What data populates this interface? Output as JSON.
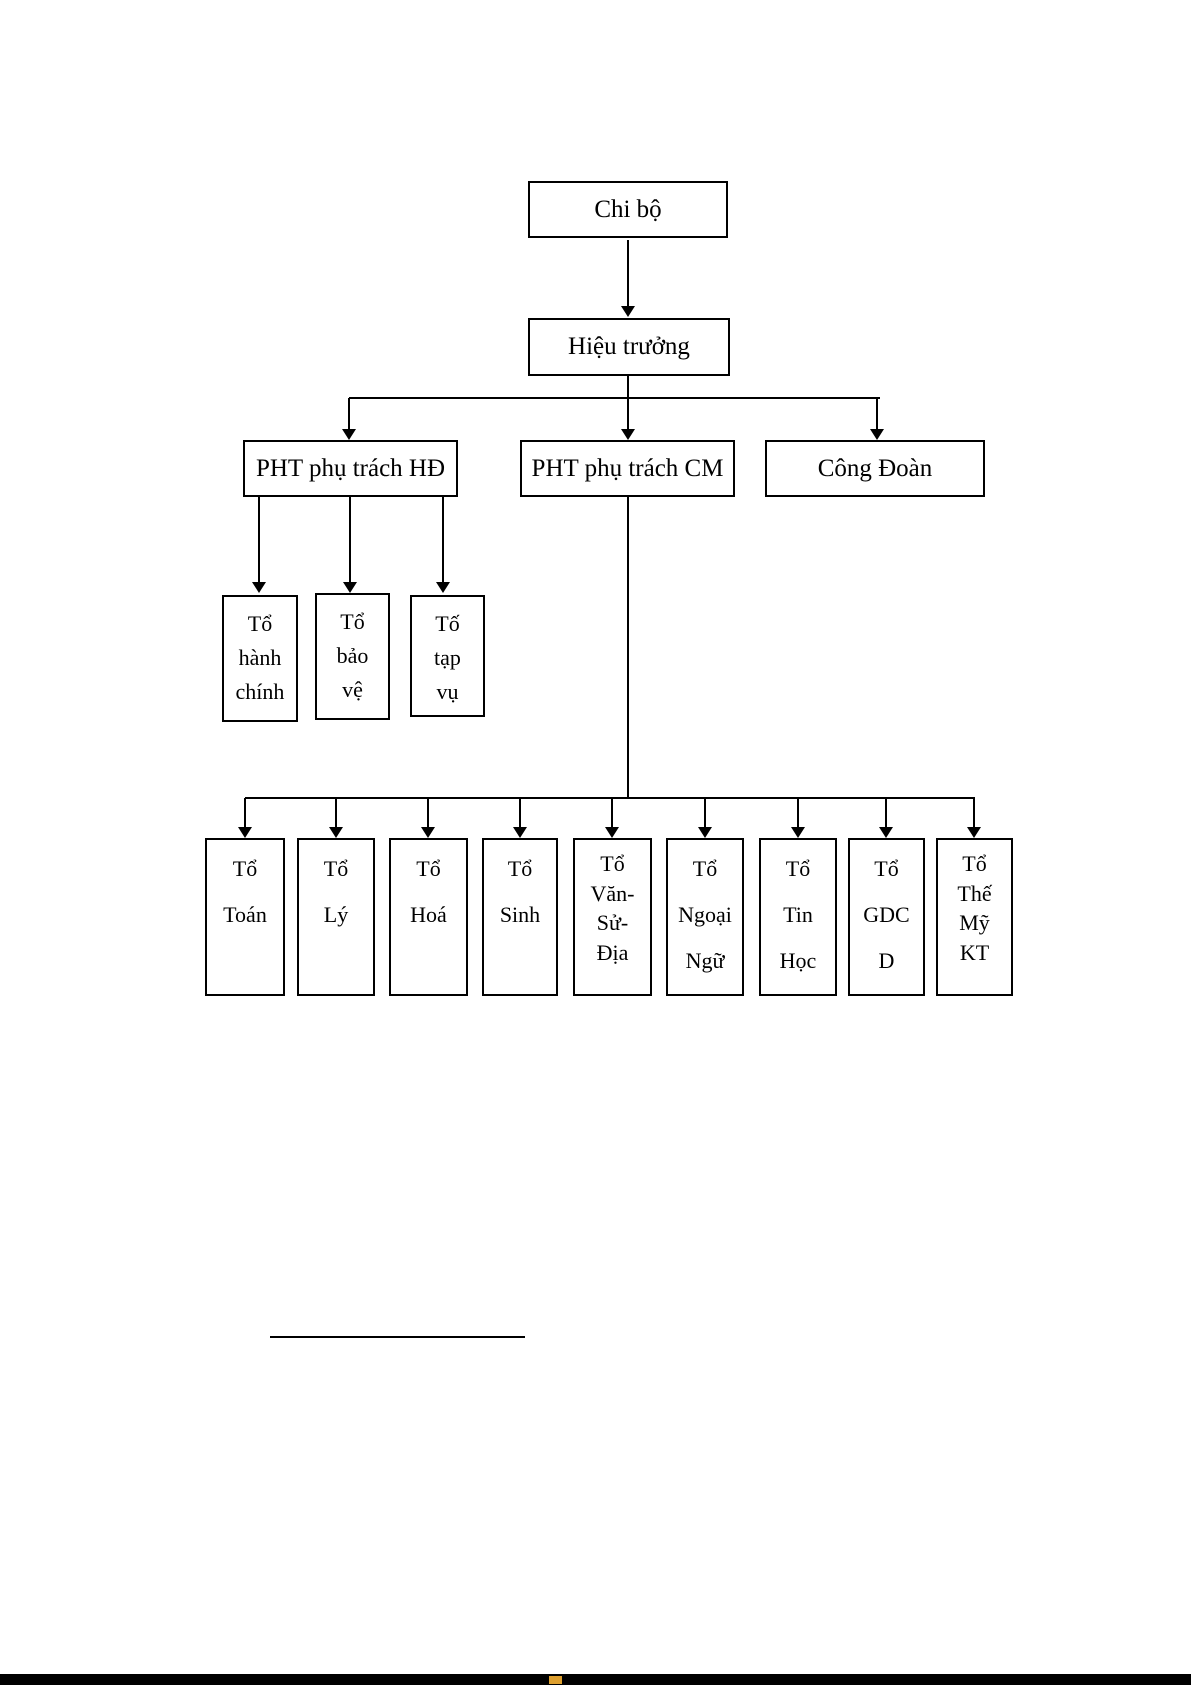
{
  "page": {
    "background_color": "#ffffff",
    "line_color": "#000000",
    "bottom_bar_color": "#000000",
    "bottom_accent_color": "#dd9f2e"
  },
  "diagram": {
    "root": {
      "label": "Chi bộ"
    },
    "principal": {
      "label": "Hiệu trưởng"
    },
    "level2": [
      {
        "label": "PHT phụ trách HĐ"
      },
      {
        "label": "PHT phụ trách CM"
      },
      {
        "label": "Công Đoàn"
      }
    ],
    "admin_groups": [
      {
        "label": "Tổ\nhành\nchính"
      },
      {
        "label": "Tổ\nbảo\nvệ"
      },
      {
        "label": "Tố\ntạp\nvụ"
      }
    ],
    "subject_groups": [
      {
        "label": "Tổ\nToán"
      },
      {
        "label": "Tổ\nLý"
      },
      {
        "label": "Tổ\nHoá"
      },
      {
        "label": "Tổ\nSinh"
      },
      {
        "label": "Tổ\nVăn-\nSử-\nĐịa"
      },
      {
        "label": "Tổ\nNgoại\nNgữ"
      },
      {
        "label": "Tổ\nTin\nHọc"
      },
      {
        "label": "Tổ\nGDC\nD"
      },
      {
        "label": "Tổ\nThế\nMỹ\nKT"
      }
    ]
  }
}
